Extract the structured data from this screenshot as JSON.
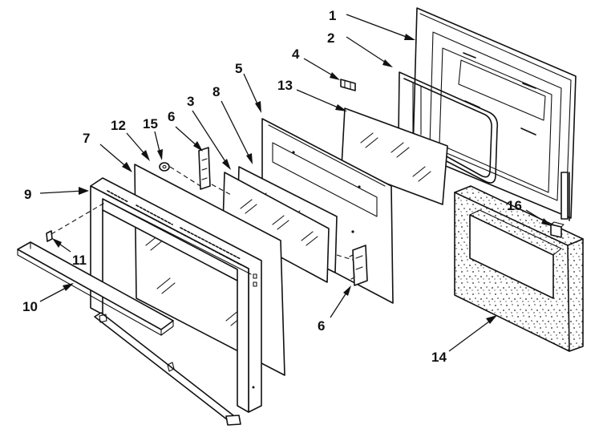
{
  "callouts": [
    {
      "id": "c1",
      "text": "1"
    },
    {
      "id": "c2",
      "text": "2"
    },
    {
      "id": "c3",
      "text": "3"
    },
    {
      "id": "c4",
      "text": "4"
    },
    {
      "id": "c5",
      "text": "5"
    },
    {
      "id": "c6a",
      "text": "6"
    },
    {
      "id": "c6b",
      "text": "6"
    },
    {
      "id": "c7",
      "text": "7"
    },
    {
      "id": "c8",
      "text": "8"
    },
    {
      "id": "c9",
      "text": "9"
    },
    {
      "id": "c10",
      "text": "10"
    },
    {
      "id": "c11",
      "text": "11"
    },
    {
      "id": "c12",
      "text": "12"
    },
    {
      "id": "c13",
      "text": "13"
    },
    {
      "id": "c14",
      "text": "14"
    },
    {
      "id": "c15",
      "text": "15"
    },
    {
      "id": "c16",
      "text": "16"
    }
  ]
}
